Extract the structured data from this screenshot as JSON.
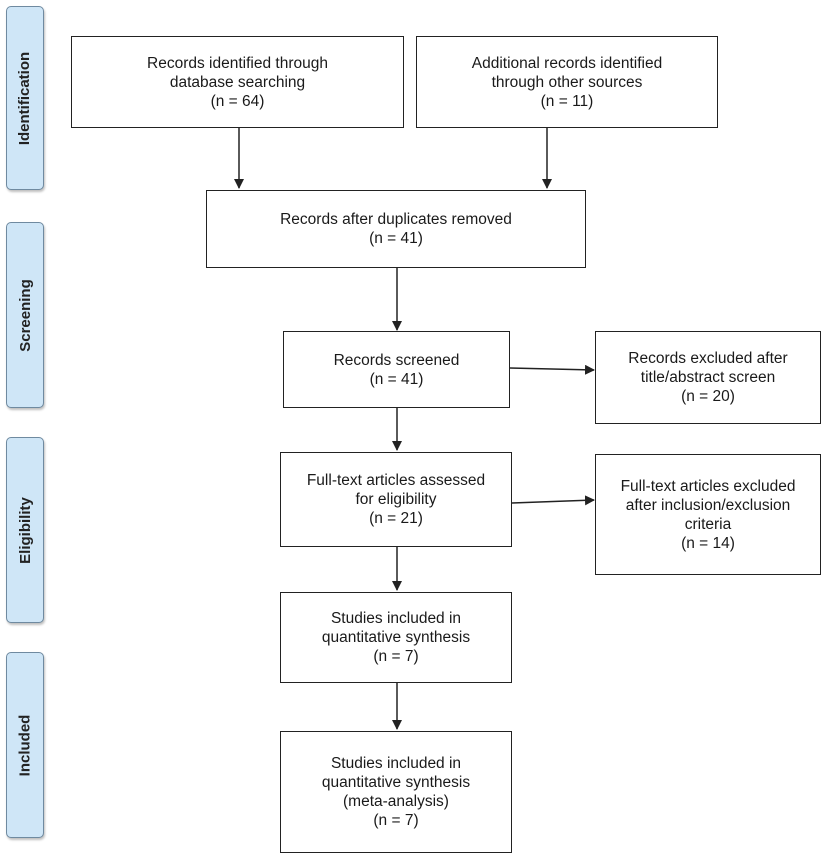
{
  "phases": {
    "identification": "Identification",
    "screening": "Screening",
    "eligibility": "Eligibility",
    "included": "Included"
  },
  "boxes": {
    "db_search": {
      "lines": [
        "Records identified through",
        "database searching",
        "(n = 64)"
      ]
    },
    "other_sources": {
      "lines": [
        "Additional records identified",
        "through other sources",
        "(n = 11)"
      ]
    },
    "duplicates_removed": {
      "lines": [
        "Records after duplicates removed",
        "(n = 41)"
      ]
    },
    "screened": {
      "lines": [
        "Records screened",
        "(n = 41)"
      ]
    },
    "excluded_title": {
      "lines": [
        "Records excluded after",
        "title/abstract screen",
        "(n = 20)"
      ]
    },
    "fulltext_assessed": {
      "lines": [
        "Full-text articles assessed",
        "for eligibility",
        "(n = 21)"
      ]
    },
    "fulltext_excluded": {
      "lines": [
        "Full-text articles excluded",
        "after inclusion/exclusion",
        "criteria",
        "(n = 14)"
      ]
    },
    "qualitative": {
      "lines": [
        "Studies included in",
        "quantitative synthesis",
        "(n = 7)"
      ]
    },
    "meta_analysis": {
      "lines": [
        "Studies included in",
        "quantitative synthesis",
        "(meta-analysis)",
        "(n = 7)"
      ]
    }
  }
}
